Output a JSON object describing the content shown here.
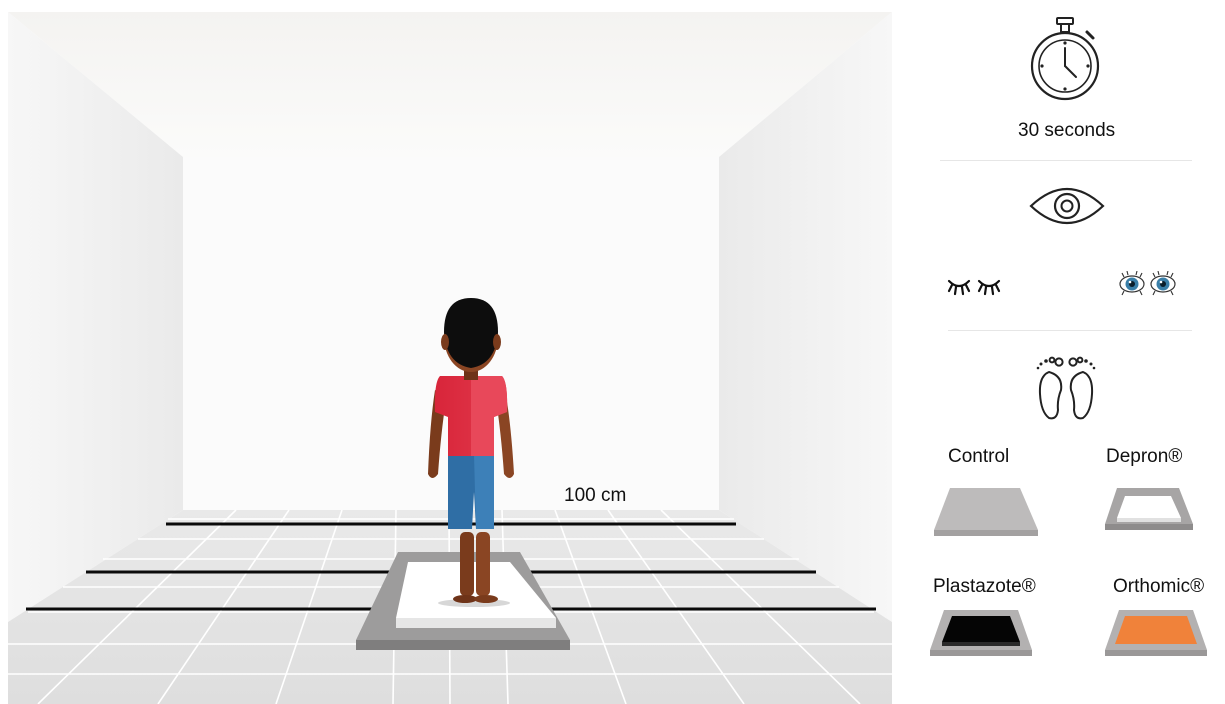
{
  "scene": {
    "distance_label": "100 cm"
  },
  "panel": {
    "timer": {
      "icon": "stopwatch-icon",
      "label": "30 seconds"
    },
    "vision": {
      "icon": "eye-icon",
      "options": [
        {
          "name": "eyes-closed",
          "icon": "closed-eyes-icon"
        },
        {
          "name": "eyes-open",
          "icon": "open-eyes-icon"
        }
      ]
    },
    "surface": {
      "icon": "bare-feet-icon",
      "conditions": [
        {
          "label": "Control",
          "icon": "control-pad-icon",
          "color": "#bdbbbb"
        },
        {
          "label": "Depron®",
          "icon": "depron-pad-icon",
          "color": "#ffffff"
        },
        {
          "label": "Plastazote®",
          "icon": "plastazote-pad-icon",
          "color": "#050505"
        },
        {
          "label": "Orthomic®",
          "icon": "orthomic-pad-icon",
          "color": "#f0823a"
        }
      ]
    }
  }
}
